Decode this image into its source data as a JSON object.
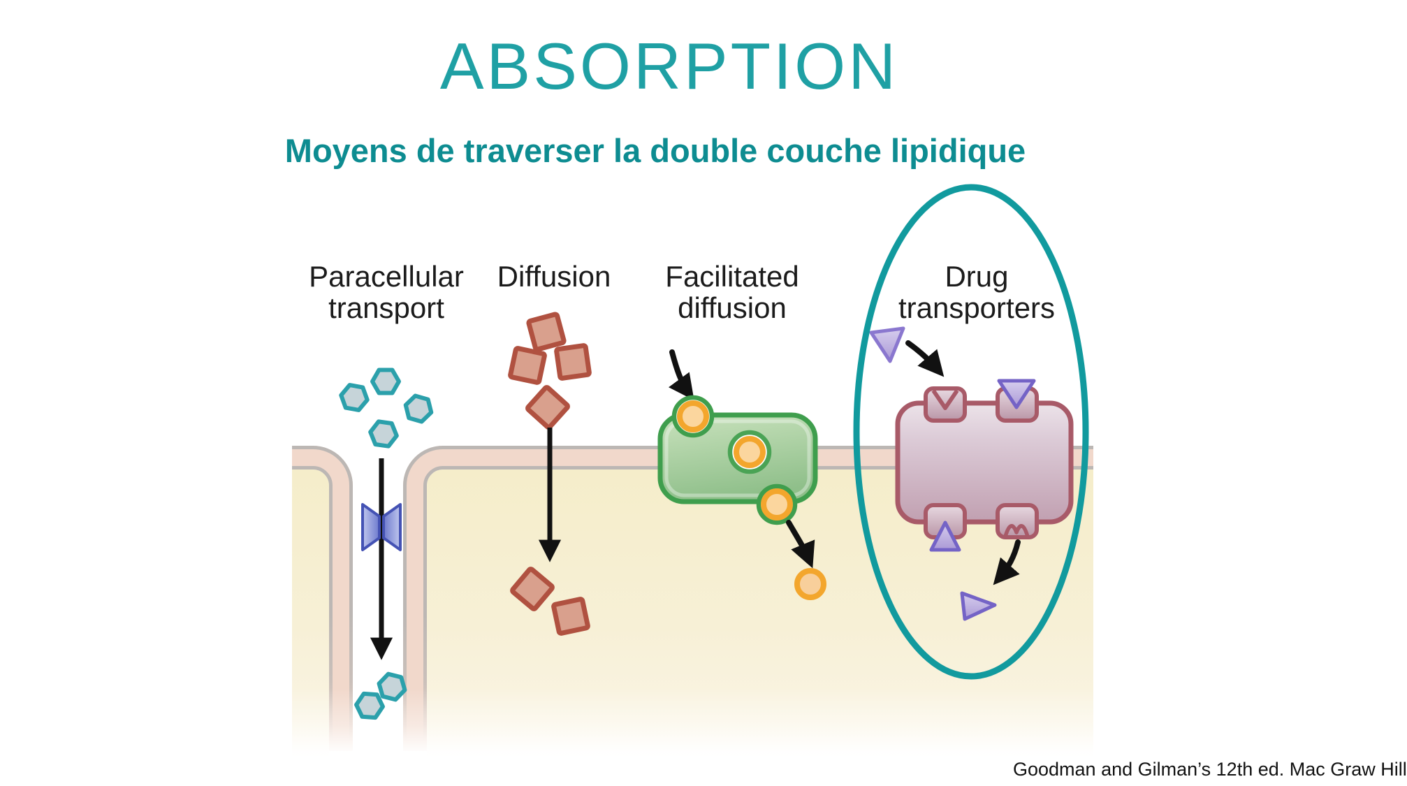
{
  "slide": {
    "title": "ABSORPTION",
    "subtitle": "Moyens de traverser la double couche lipidique",
    "citation": "Goodman and Gilman’s 12th ed. Mac Graw Hill"
  },
  "diagram": {
    "labels": {
      "paracellular": {
        "line1": "Paracellular",
        "line2": "transport"
      },
      "diffusion": {
        "line1": "Diffusion",
        "line2": ""
      },
      "facilitated": {
        "line1": "Facilitated",
        "line2": "diffusion"
      },
      "transporters": {
        "line1": "Drug",
        "line2": "transporters"
      }
    },
    "colors": {
      "title_teal": "#1fa0a4",
      "subtitle_teal": "#0d8c91",
      "emphasis_ellipse_teal": "#119a9e",
      "membrane_pink": "#f1d8cb",
      "membrane_outline_gray": "#bcb7b4",
      "cytosol_yellow": "#f6eecd",
      "tight_junction_blue": "#7e89d4",
      "hexagon_molecule_teal": "#2ba0ab",
      "square_molecule_red": "#b05140",
      "green_transporter": "#a9cda4",
      "green_transporter_outline": "#3f9e4d",
      "orange_molecule": "#f3a62d",
      "drug_transporter_mauve": "#c1a0b1",
      "drug_transporter_outline": "#a85a68",
      "purple_triangle": "#7463c6",
      "arrow_black": "#111111"
    }
  }
}
